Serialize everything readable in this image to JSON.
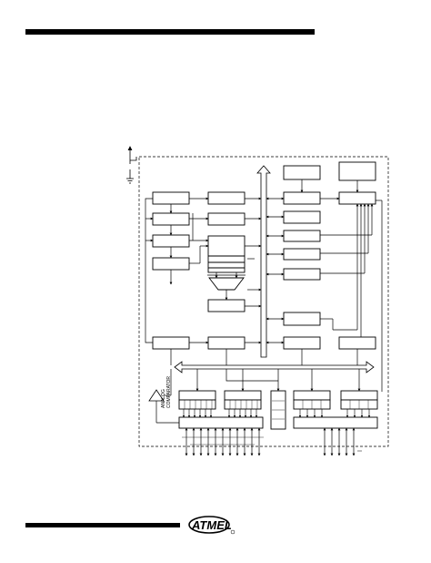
{
  "page": {
    "has_header_rule": true,
    "has_footer_rule": true
  },
  "diagram": {
    "analog_label": "ANALOG",
    "comparator_label": "COMPARATOR",
    "ground_symbol": "ground-icon"
  },
  "footer": {
    "logo_text": "ATMEL",
    "logo_mark": "registered-mark"
  },
  "colors": {
    "ink": "#000000",
    "paper": "#ffffff"
  }
}
